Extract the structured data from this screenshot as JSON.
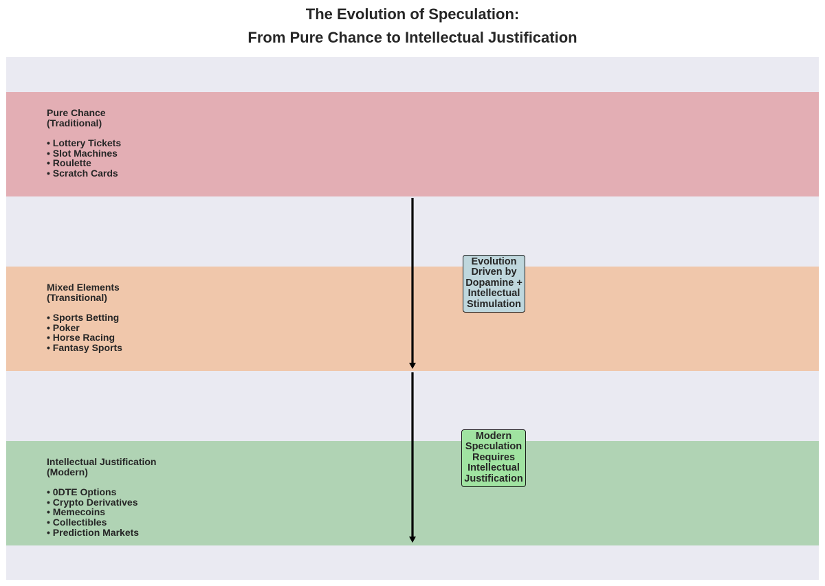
{
  "title": {
    "line1": "The Evolution of Speculation:",
    "line2": "From Pure Chance to Intellectual Justification"
  },
  "stages": [
    {
      "name": "Pure Chance",
      "subtitle": "(Traditional)",
      "color": "#e3aeb4",
      "items": [
        "• Lottery Tickets",
        "• Slot Machines",
        "• Roulette",
        "• Scratch Cards"
      ]
    },
    {
      "name": "Mixed Elements",
      "subtitle": "(Transitional)",
      "color": "#f0c7ab",
      "items": [
        "• Sports Betting",
        "• Poker",
        "• Horse Racing",
        "• Fantasy Sports"
      ]
    },
    {
      "name": "Intellectual Justification",
      "subtitle": "(Modern)",
      "color": "#b0d3b4",
      "items": [
        "• 0DTE Options",
        "• Crypto Derivatives",
        "• Memecoins",
        "• Collectibles",
        "• Prediction Markets"
      ]
    }
  ],
  "callouts": [
    {
      "lines": [
        "Evolution",
        "Driven by",
        "Dopamine +",
        "Intellectual",
        "Stimulation"
      ],
      "color": "#bfd7dd"
    },
    {
      "lines": [
        "Modern",
        "Speculation",
        "Requires",
        "Intellectual",
        "Justification"
      ],
      "color": "#a0e3a1"
    }
  ],
  "background_color": "#eaeaf2",
  "arrow_color": "#000000"
}
